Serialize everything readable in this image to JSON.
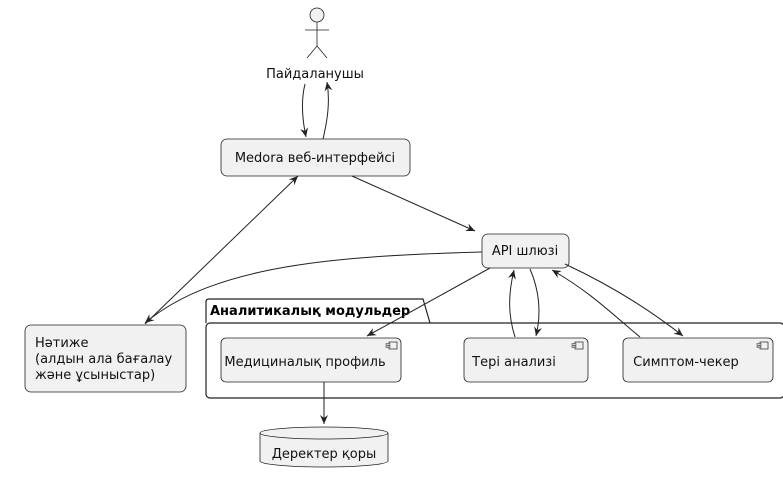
{
  "actor": {
    "label": "Пайдаланушы"
  },
  "nodes": {
    "web": "Medora веб-интерфейсі",
    "api": "API шлюзі",
    "result": [
      "Нәтиже",
      "(алдын ала бағалау",
      "және ұсыныстар)"
    ],
    "profile": "Медициналық профиль",
    "skin": "Тері анализі",
    "symptom": "Симптом-чекер",
    "database": "Деректер қоры"
  },
  "package": {
    "label": "Аналитикалық модульдер"
  },
  "colors": {
    "node_fill": "#f1f1f1",
    "stroke": "#222222"
  }
}
